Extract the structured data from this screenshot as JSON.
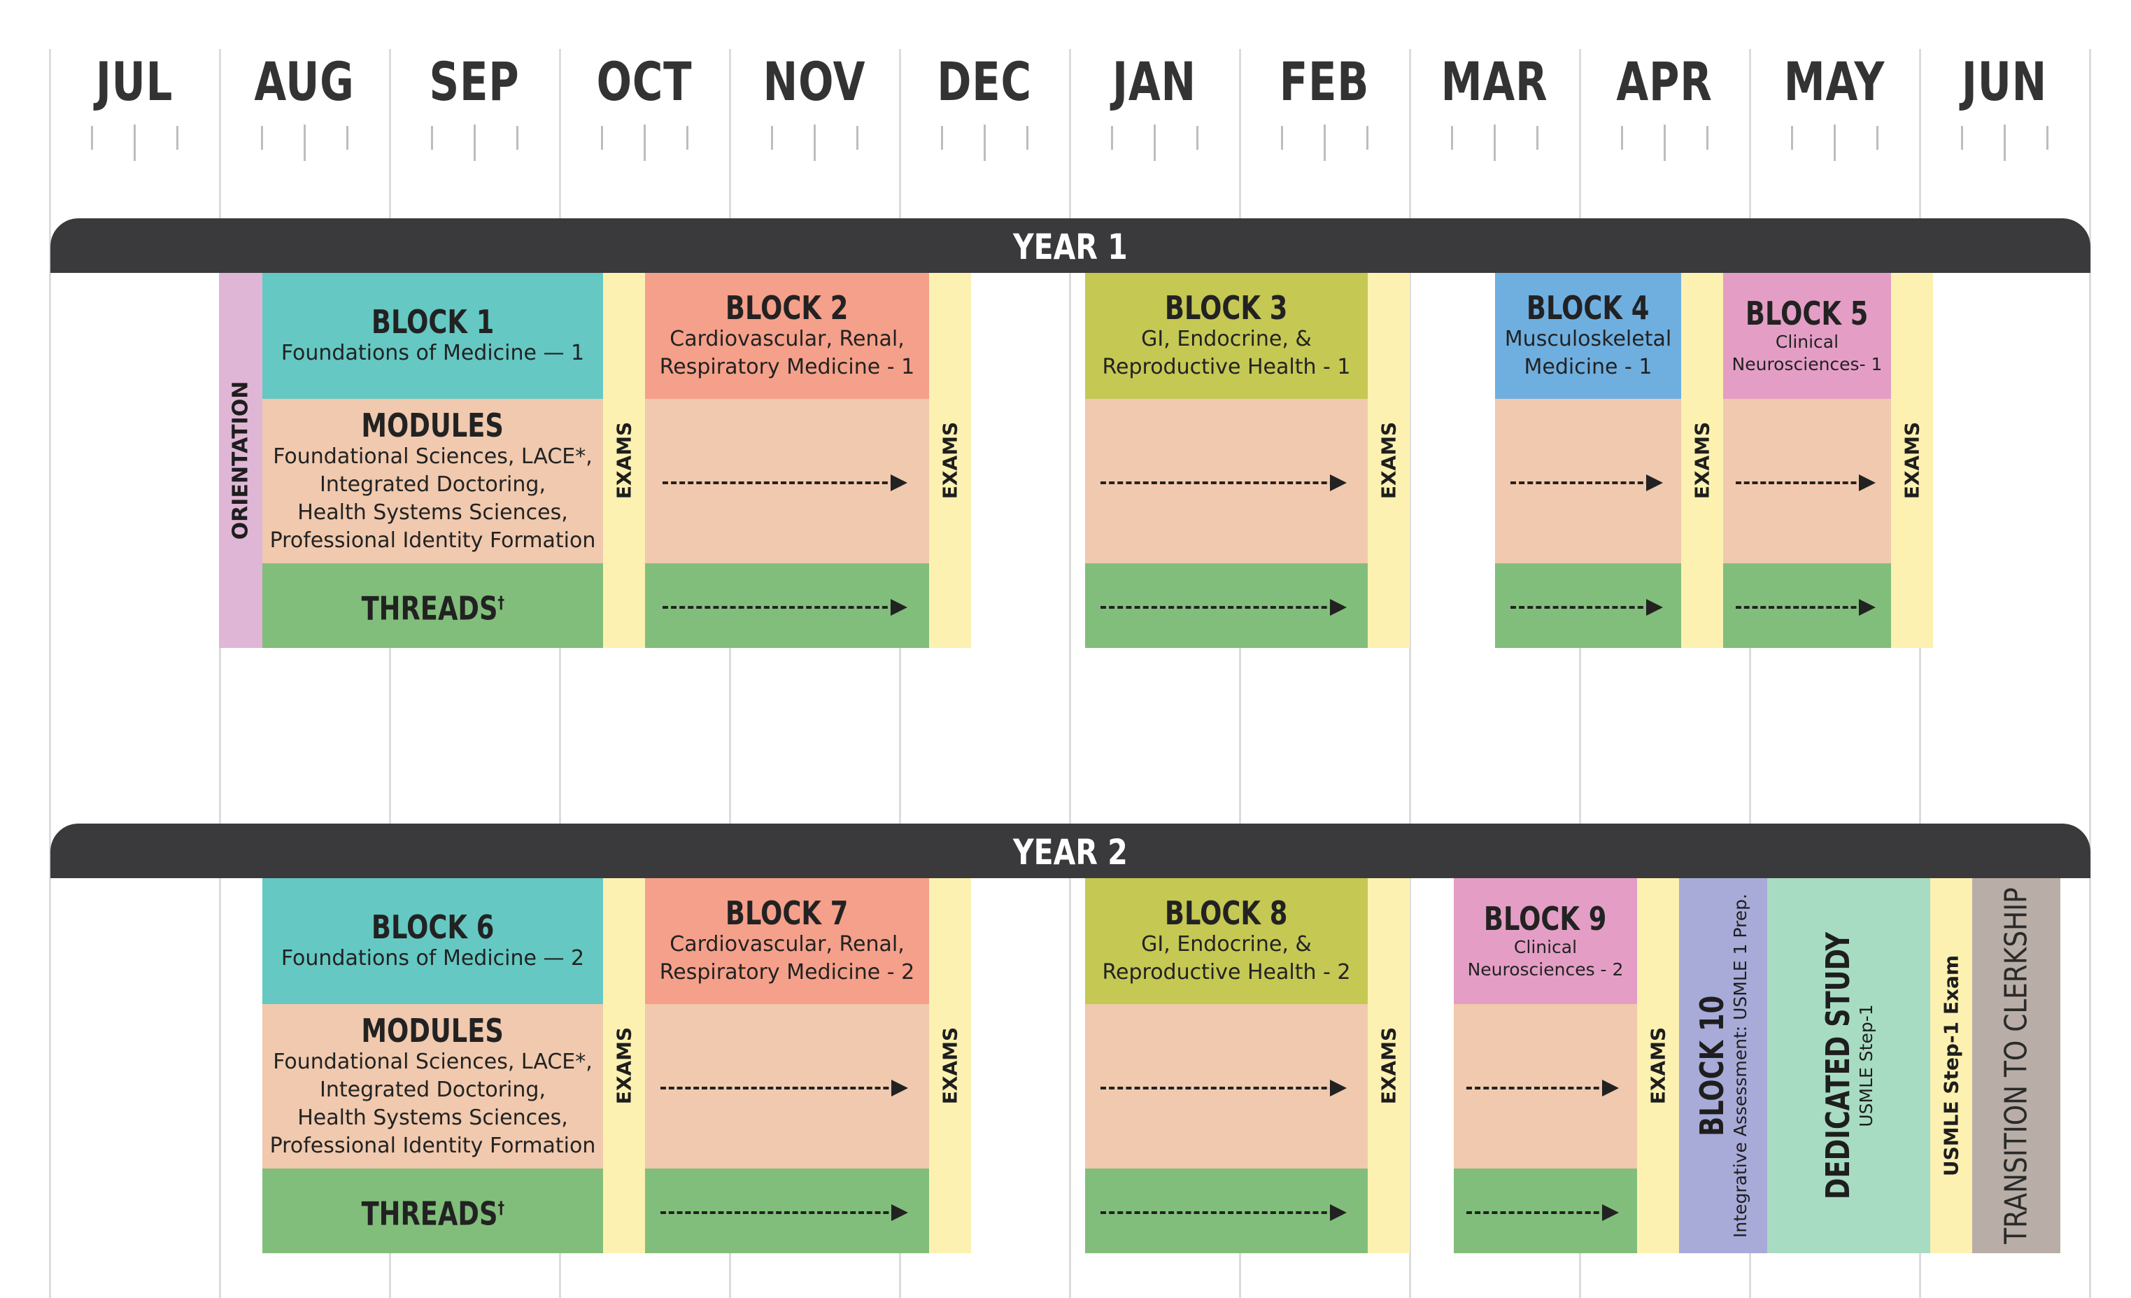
{
  "months": [
    "JUL",
    "AUG",
    "SEP",
    "OCT",
    "NOV",
    "DEC",
    "JAN",
    "FEB",
    "MAR",
    "APR",
    "MAY",
    "JUN"
  ],
  "year1": {
    "title": "YEAR 1",
    "orientation": "ORIENTATION",
    "exams": "EXAMS",
    "block1": {
      "title": "BLOCK 1",
      "subtitle": "Foundations of Medicine — 1"
    },
    "modules": {
      "title": "MODULES",
      "line1": "Foundational Sciences, LACE*,",
      "line2": "Integrated Doctoring,",
      "line3": "Health Systems Sciences,",
      "line4": "Professional Identity Formation"
    },
    "threads": {
      "title": "THREADS",
      "mark": "†"
    },
    "block2": {
      "title": "BLOCK 2",
      "line1": "Cardiovascular, Renal,",
      "line2": "Respiratory Medicine - 1"
    },
    "block3": {
      "title": "BLOCK 3",
      "line1": "GI, Endocrine, &",
      "line2": "Reproductive Health - 1"
    },
    "block4": {
      "title": "BLOCK 4",
      "line1": "Musculoskeletal",
      "line2": "Medicine - 1"
    },
    "block5": {
      "title": "BLOCK 5",
      "line1": "Clinical",
      "line2": "Neurosciences- 1"
    }
  },
  "year2": {
    "title": "YEAR 2",
    "exams": "EXAMS",
    "block6": {
      "title": "BLOCK 6",
      "subtitle": "Foundations of Medicine — 2"
    },
    "modules": {
      "title": "MODULES",
      "line1": "Foundational Sciences, LACE*,",
      "line2": "Integrated Doctoring,",
      "line3": "Health Systems Sciences,",
      "line4": "Professional Identity Formation"
    },
    "threads": {
      "title": "THREADS",
      "mark": "†"
    },
    "block7": {
      "title": "BLOCK 7",
      "line1": "Cardiovascular, Renal,",
      "line2": "Respiratory Medicine - 2"
    },
    "block8": {
      "title": "BLOCK 8",
      "line1": "GI, Endocrine, &",
      "line2": "Reproductive Health - 2"
    },
    "block9": {
      "title": "BLOCK 9",
      "line1": "Clinical",
      "line2": "Neurosciences - 2"
    },
    "block10": {
      "title": "BLOCK 10",
      "subtitle": "Integrative Assessment: USMLE 1 Prep."
    },
    "dedicated": {
      "title": "DEDICATED STUDY",
      "subtitle": "USMLE Step-1"
    },
    "usmle_exam": "USMLE Step-1 Exam",
    "transition": "TRANSITION TO CLERKSHIP"
  }
}
